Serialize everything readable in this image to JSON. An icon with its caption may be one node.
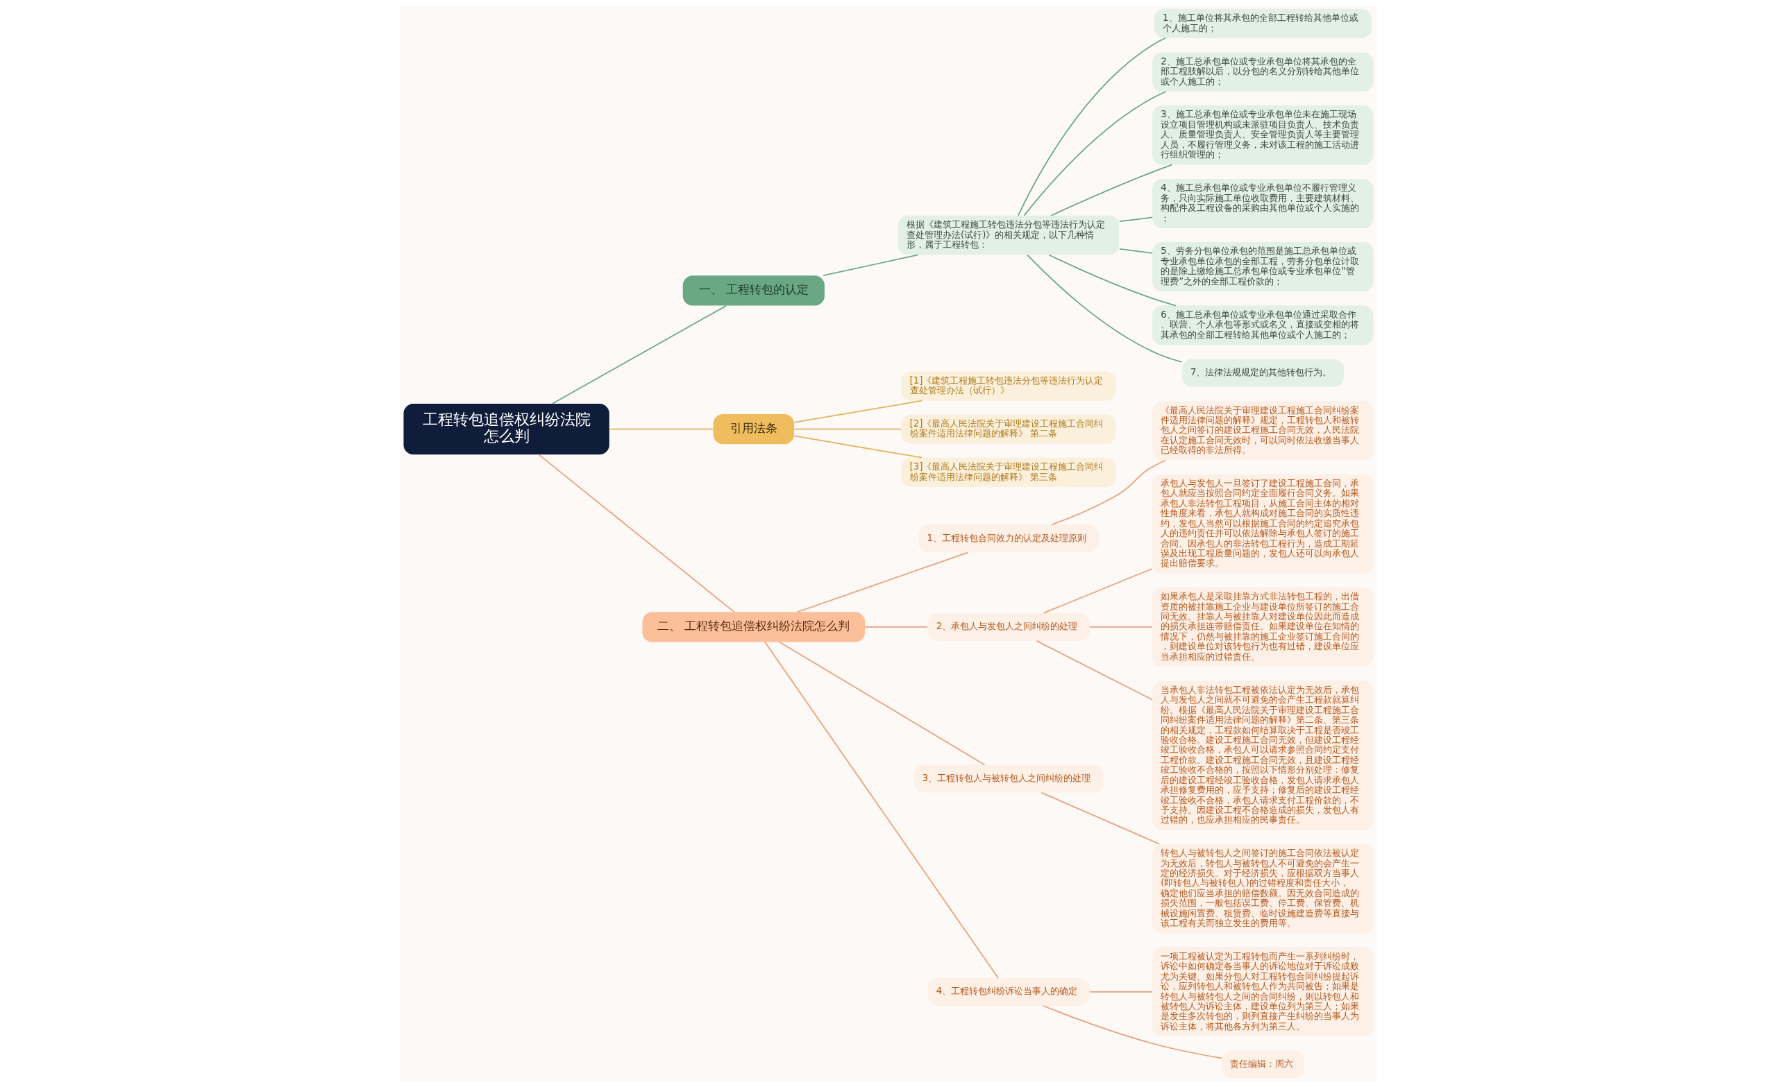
{
  "diagram": {
    "nodes": [
      {
        "text": [
          "工程转包追偿权纠纷法院怎么判"
        ]
      },
      {
        "text": [
          "一、 工程转包的认定"
        ]
      },
      {
        "text": [
          "根据《建筑工程施工转包违法分包等违法行为认定查处管理办法(试行)》的相关规定，以下几种情形，属于工程转包："
        ]
      },
      {
        "text": [
          "1、施工单位将其承包的全部工程转给其他单位或个人施工的；"
        ]
      },
      {
        "text": [
          "2、施工总承包单位或专业承包单位将其承包的全部工程肢解以后，以分包的名义分别转给其他单位或个人施工的；"
        ]
      },
      {
        "text": [
          "3、施工总承包单位或专业承包单位未在施工现场设立项目管理机构或未派驻项目负责人、技术负责人、质量管理负责人、安全管理负责人等主要管理人员，不履行管理义务，未对该工程的施工活动进行组织管理的；"
        ]
      },
      {
        "text": [
          "4、施工总承包单位或专业承包单位不履行管理义务，只向实际施工单位收取费用，主要建筑材料、构配件及工程设备的采购由其他单位或个人实施的；"
        ]
      },
      {
        "text": [
          "5、劳务分包单位承包的范围是施工总承包单位或专业承包单位承包的全部工程，劳务分包单位计取的是除上缴给施工总承包单位或专业承包单位“管理费”之外的全部工程价款的；"
        ]
      },
      {
        "text": [
          "6、施工总承包单位或专业承包单位通过采取合作、联营、个人承包等形式或名义，直接或变相的将其承包的全部工程转给其他单位或个人施工的；"
        ]
      },
      {
        "text": [
          "7、法律法规规定的其他转包行为。"
        ]
      },
      {
        "text": [
          "引用法条"
        ]
      },
      {
        "text": [
          "[1]《建筑工程施工转包违法分包等违法行为认定查处管理办法（试行）》"
        ]
      },
      {
        "text": [
          "[2]《最高人民法院关于审理建设工程施工合同纠纷案件适用法律问题的解释》 第二条"
        ]
      },
      {
        "text": [
          "[3]《最高人民法院关于审理建设工程施工合同纠纷案件适用法律问题的解释》 第三条"
        ]
      },
      {
        "text": [
          "二、 工程转包追偿权纠纷法院怎么判"
        ]
      },
      {
        "text": [
          "1、工程转包合同效力的认定及处理原则"
        ]
      },
      {
        "text": [
          "《最高人民法院关于审理建设工程施工合同纠纷案件适用法律问题的解释》规定，工程转包人和被转包人之间签订的建设工程施工合同无效，人民法院在认定施工合同无效时，可以同时依法收缴当事人已经取得的非法所得。"
        ]
      },
      {
        "text": [
          "2、承包人与发包人之间纠纷的处理"
        ]
      },
      {
        "text": [
          "承包人与发包人一旦签订了建设工程施工合同，承包人就应当按照合同约定全面履行合同义务。如果承包人非法转包工程项目，从施工合同主体的相对性角度来看，承包人就构成对施工合同的实质性违约，发包人当然可以根据施工合同的约定追究承包人的违约责任并可以依法解除与承包人签订的施工合同。因承包人的非法转包工程行为，造成工期延误及出现工程质量问题的，发包人还可以向承包人提出赔偿要求。"
        ]
      },
      {
        "text": [
          "如果承包人是采取挂靠方式非法转包工程的，出借资质的被挂靠施工企业与建设单位所签订的施工合同无效。挂靠人与被挂靠人对建设单位因此而造成的损失承担连带赔偿责任。如果建设单位在知情的情况下，仍然与被挂靠的施工企业签订施工合同的，则建设单位对该转包行为也有过错，建设单位应当承担相应的过错责任。"
        ]
      },
      {
        "text": [
          "当承包人非法转包工程被依法认定为无效后，承包人与发包人之间就不可避免的会产生工程款就算纠纷。根据《最高人民法院关于审理建设工程施工合同纠纷案件适用法律问题的解释》第二条、第三条的相关规定，工程款如何结算取决于工程是否竣工验收合格。建设工程施工合同无效，但建设工程经竣工验收合格，承包人可以请求参照合同约定支付工程价款。建设工程施工合同无效，且建设工程经竣工验收不合格的，按照以下情形分别处理：修复后的建设工程经竣工验收合格，发包人请求承包人承担修复费用的，应予支持；修复后的建设工程经竣工验收不合格，承包人请求支付工程价款的，不予支持。因建设工程不合格造成的损失，发包人有过错的，也应承担相应的民事责任。"
        ]
      },
      {
        "text": [
          "3、工程转包人与被转包人之间纠纷的处理"
        ]
      },
      {
        "text": [
          "转包人与被转包人之间签订的施工合同依法被认定为无效后，转包人与被转包人不可避免的会产生一定的经济损失。对于经济损失，应根据双方当事人(即转包人与被转包人)的过错程度和责任大小，确定他们应当承担的赔偿数额。因无效合同造成的损失范围，一般包括误工费、停工费、保管费、机械设施闲置费、租赁费、临时设施建造费等直接与该工程有关而独立发生的费用等。"
        ]
      },
      {
        "text": [
          "4、工程转包纠纷诉讼当事人的确定"
        ]
      },
      {
        "text": [
          "一项工程被认定为工程转包而产生一系列纠纷时，诉讼中如何确定各当事人的诉讼地位对于诉讼成败尤为关键。如果分包人对工程转包合同纠纷提起诉讼，应列转包人和被转包人作为共同被告；如果是转包人与被转包人之间的合同纠纷，则以转包人和被转包人为诉讼主体，建设单位列为第三人；如果是发生多次转包的，则列直接产生纠纷的当事人为诉讼主体，将其他各方列为第三人。"
        ]
      },
      {
        "text": [
          "责任编辑：周六"
        ]
      }
    ],
    "edges": [
      {
        "from": 0,
        "to": 1,
        "arrow": "none",
        "color": "#6aa884"
      },
      {
        "from": 1,
        "to": 2,
        "arrow": "none",
        "color": "#6aa884"
      },
      {
        "from": 2,
        "to": 3,
        "arrow": "none",
        "color": "#6aa884"
      },
      {
        "from": 2,
        "to": 4,
        "arrow": "none",
        "color": "#6aa884"
      },
      {
        "from": 2,
        "to": 5,
        "arrow": "none",
        "color": "#6aa884"
      },
      {
        "from": 2,
        "to": 6,
        "arrow": "none",
        "color": "#6aa884"
      },
      {
        "from": 2,
        "to": 7,
        "arrow": "none",
        "color": "#6aa884"
      },
      {
        "from": 2,
        "to": 8,
        "arrow": "none",
        "color": "#6aa884"
      },
      {
        "from": 2,
        "to": 9,
        "arrow": "none",
        "color": "#6aa884"
      },
      {
        "from": 0,
        "to": 10,
        "arrow": "none",
        "color": "#e2b45a"
      },
      {
        "from": 10,
        "to": 11,
        "arrow": "none",
        "color": "#e2b45a"
      },
      {
        "from": 10,
        "to": 12,
        "arrow": "none",
        "color": "#e2b45a"
      },
      {
        "from": 10,
        "to": 13,
        "arrow": "none",
        "color": "#e2b45a"
      },
      {
        "from": 0,
        "to": 14,
        "arrow": "none"
      },
      {
        "from": 14,
        "to": 15,
        "arrow": "none"
      },
      {
        "from": 15,
        "to": 16,
        "arrow": "none"
      },
      {
        "from": 14,
        "to": 17,
        "arrow": "none"
      },
      {
        "from": 17,
        "to": 18,
        "arrow": "none"
      },
      {
        "from": 17,
        "to": 19,
        "arrow": "none"
      },
      {
        "from": 17,
        "to": 20,
        "arrow": "none"
      },
      {
        "from": 14,
        "to": 21,
        "arrow": "none"
      },
      {
        "from": 21,
        "to": 22,
        "arrow": "none"
      },
      {
        "from": 14,
        "to": 23,
        "arrow": "none"
      },
      {
        "from": 23,
        "to": 24,
        "arrow": "none"
      },
      {
        "from": 23,
        "to": 25,
        "arrow": "none"
      }
    ]
  }
}
